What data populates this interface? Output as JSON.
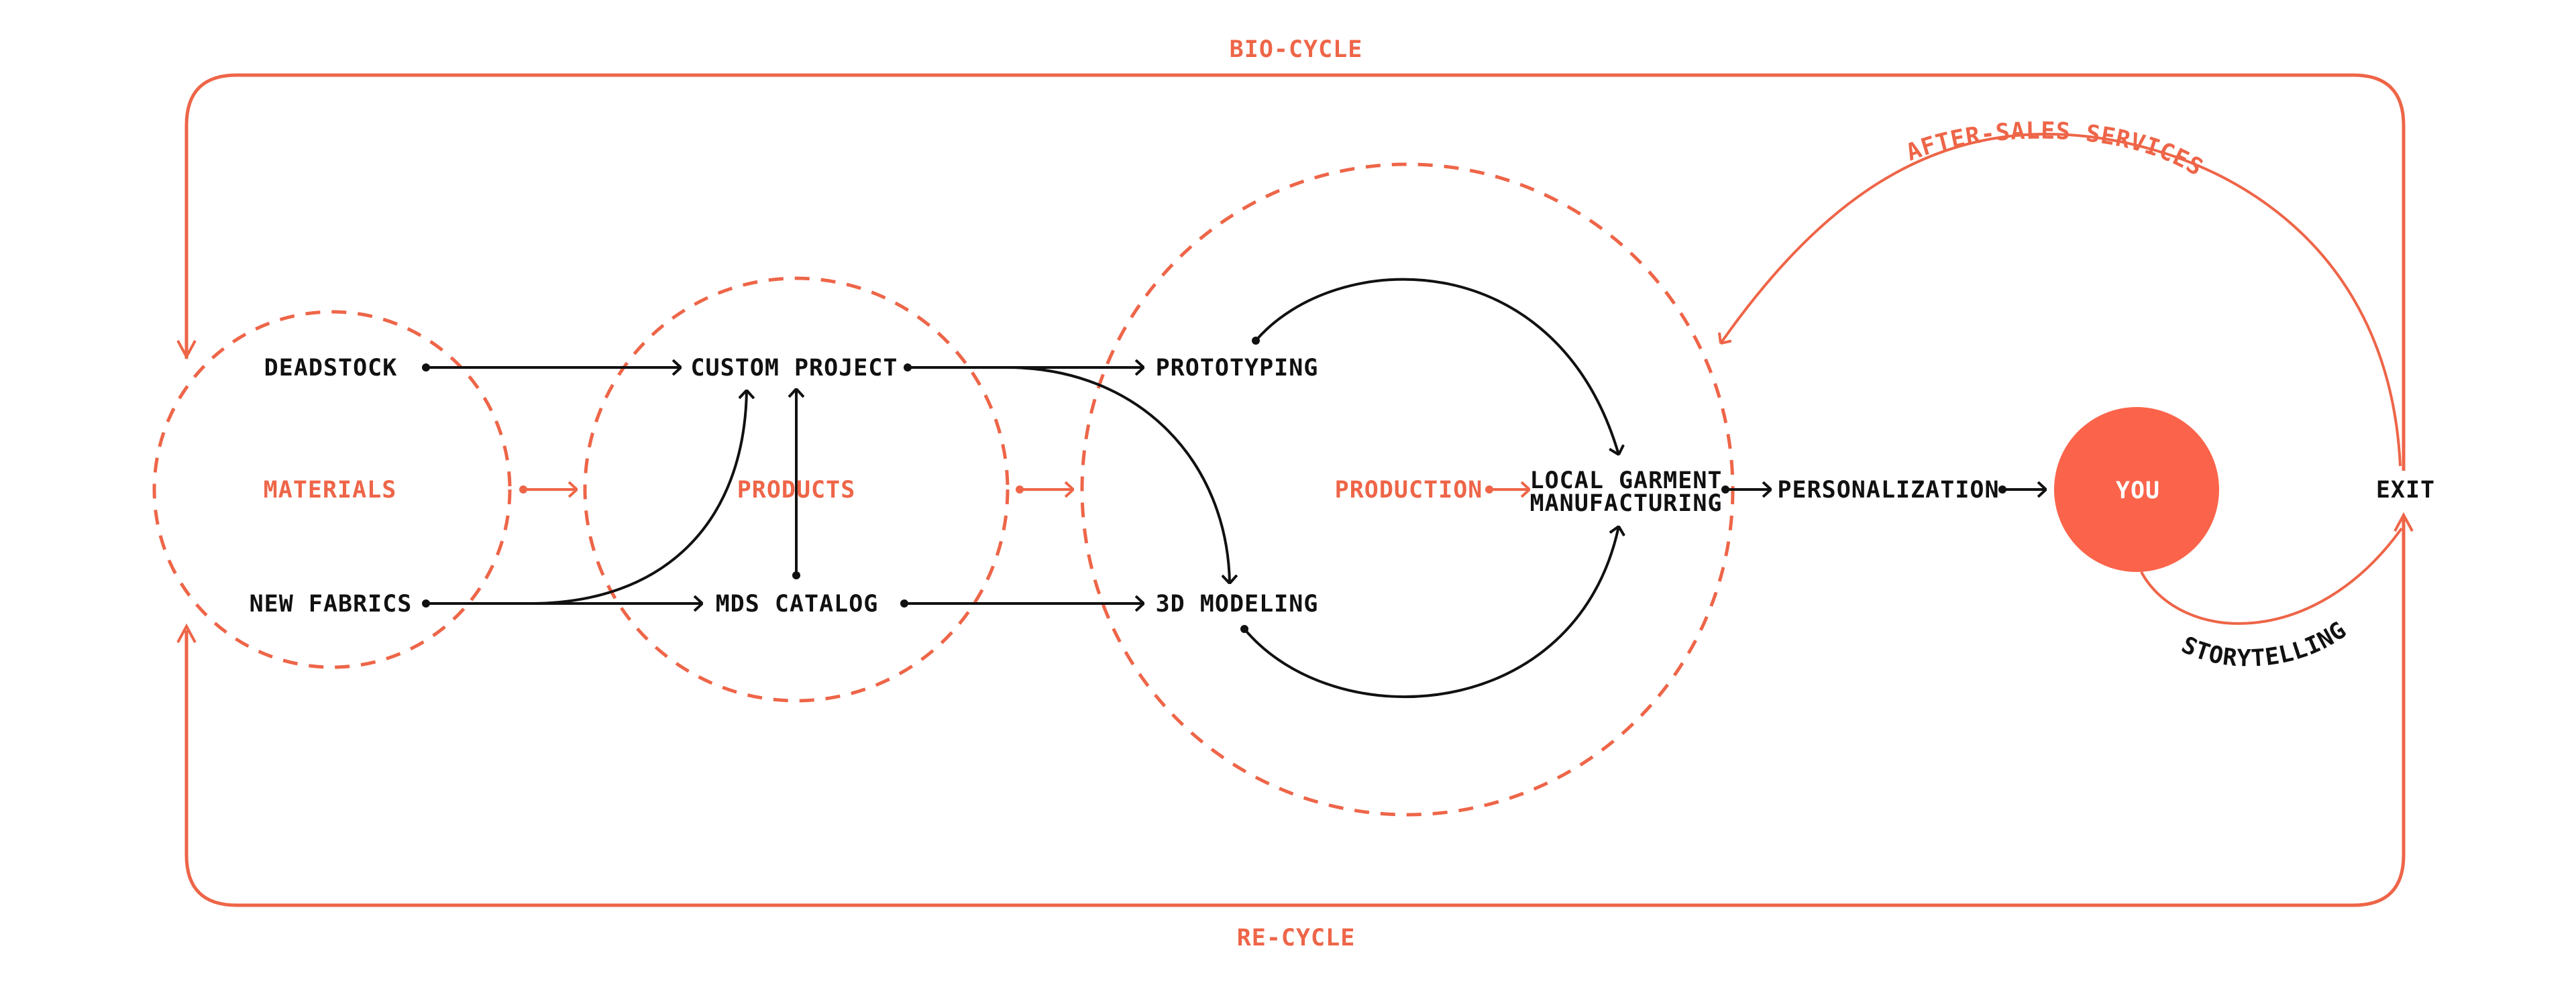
{
  "colors": {
    "accent": "#ee6548",
    "dark": "#111111",
    "you_fill": "#fb644a",
    "background": "#ffffff"
  },
  "cycles": {
    "top": "BIO-CYCLE",
    "bottom": "RE-CYCLE"
  },
  "stages": {
    "materials": "MATERIALS",
    "products": "PRODUCTS",
    "production": "PRODUCTION"
  },
  "nodes": {
    "deadstock": "DEADSTOCK",
    "new_fabrics": "NEW FABRICS",
    "custom_project": "CUSTOM PROJECT",
    "mds_catalog": "MDS CATALOG",
    "prototyping": "PROTOTYPING",
    "modeling_3d": "3D MODELING",
    "local_garment_line1": "LOCAL GARMENT",
    "local_garment_line2": "MANUFACTURING",
    "personalization": "PERSONALIZATION",
    "you": "YOU",
    "exit": "EXIT"
  },
  "arcs": {
    "after_sales": "AFTER-SALES SERVICES",
    "storytelling": "STORYTELLING"
  }
}
